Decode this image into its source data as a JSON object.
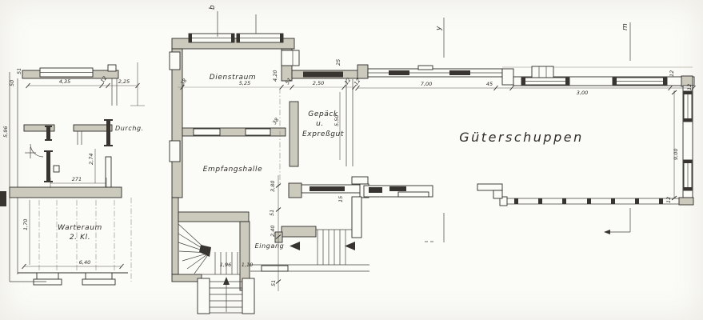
{
  "colors": {
    "paper": "#fbfbf7",
    "ink": "#2e2c28",
    "wall_fill": "#ccc9bd",
    "dark_fill": "#383530"
  },
  "rooms": {
    "dienstraum": "Dienstraum",
    "empfangshalle": "Empfangshalle",
    "gepaeck_1": "Gepäck",
    "gepaeck_2": "u.",
    "gepaeck_3": "Expreßgut",
    "gueterschuppen": "Güterschuppen",
    "warteraum_1": "Warteraum",
    "warteraum_2": "2. Kl.",
    "durchgang": "Durchg.",
    "eingang": "Eingang"
  },
  "markers": {
    "b": "b",
    "y": "y",
    "m": "m"
  },
  "dims": {
    "lw_51": "51",
    "lw_50": "50",
    "lw_435": "4,35",
    "lw_12": "12",
    "lw_225": "2,25",
    "lw_596": "5,96",
    "lw_271": "271",
    "lw_274": "2,74",
    "lw_170": "1,70",
    "lw_640": "6,40",
    "mb_38_left": "38",
    "mb_525": "5,25",
    "mb_420": "4,20",
    "mb_51": "51",
    "mb_250": "2,50",
    "mb_12": "12",
    "mb_25": "25",
    "mb_38_mid": "38",
    "mb_550": "5,50",
    "mb_380": "3,80",
    "mb_51_hall": "51",
    "mb_240": "2,40",
    "mb_15": "15",
    "mb_196": "1,96",
    "mb_110": "1,10",
    "mb_51_stair": "51",
    "gs_12_left": "12",
    "gs_700": "7,00",
    "gs_45": "45",
    "gs_300": "3,00",
    "gs_12_corner": "12",
    "gs_12_right": "12",
    "gs_900": "9,00",
    "gs_12_bottom": "12"
  }
}
